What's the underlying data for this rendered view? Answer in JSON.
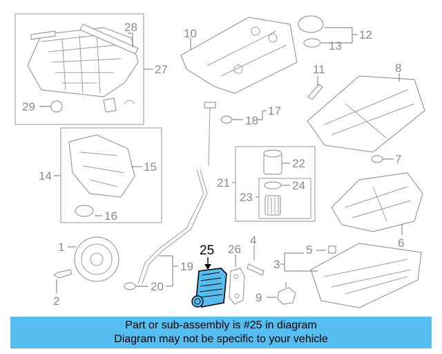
{
  "callouts": [
    {
      "id": "c1",
      "text": "1"
    },
    {
      "id": "c2",
      "text": "2"
    },
    {
      "id": "c3",
      "text": "3"
    },
    {
      "id": "c4",
      "text": "4"
    },
    {
      "id": "c5",
      "text": "5"
    },
    {
      "id": "c6",
      "text": "6"
    },
    {
      "id": "c7",
      "text": "7"
    },
    {
      "id": "c8",
      "text": "8"
    },
    {
      "id": "c9",
      "text": "9"
    },
    {
      "id": "c10",
      "text": "10"
    },
    {
      "id": "c11",
      "text": "11"
    },
    {
      "id": "c12",
      "text": "12"
    },
    {
      "id": "c13",
      "text": "13"
    },
    {
      "id": "c14",
      "text": "14"
    },
    {
      "id": "c15",
      "text": "15"
    },
    {
      "id": "c16",
      "text": "16"
    },
    {
      "id": "c17",
      "text": "17"
    },
    {
      "id": "c18",
      "text": "18"
    },
    {
      "id": "c19",
      "text": "19"
    },
    {
      "id": "c20",
      "text": "20"
    },
    {
      "id": "c21",
      "text": "21"
    },
    {
      "id": "c22",
      "text": "22"
    },
    {
      "id": "c23",
      "text": "23"
    },
    {
      "id": "c24",
      "text": "24"
    },
    {
      "id": "c25",
      "text": "25"
    },
    {
      "id": "c26",
      "text": "26"
    },
    {
      "id": "c27",
      "text": "27"
    },
    {
      "id": "c28",
      "text": "28"
    },
    {
      "id": "c29",
      "text": "29"
    }
  ],
  "highlight": {
    "part_number": "25",
    "color": "#55bdf0"
  },
  "banner": {
    "line1": "Part or sub-assembly is #25 in diagram",
    "line2": "Diagram may not be specific to your vehicle",
    "color": "#55bdf0"
  }
}
